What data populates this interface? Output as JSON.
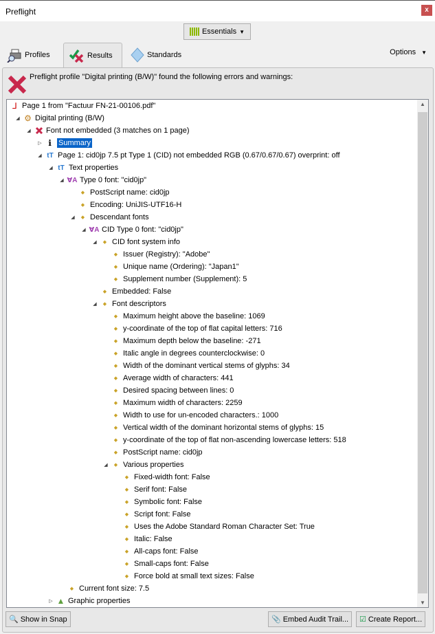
{
  "window": {
    "title": "Preflight",
    "close": "x"
  },
  "workspace": {
    "label": "Essentials"
  },
  "tabs": [
    {
      "label": "Profiles",
      "icon": "printer-magnifier-icon"
    },
    {
      "label": "Results",
      "icon": "check-cross-icon"
    },
    {
      "label": "Standards",
      "icon": "diamond-icon"
    }
  ],
  "options": {
    "label": "Options"
  },
  "message": "Preflight profile \"Digital printing (B/W)\" found the following errors and warnings:",
  "tree": [
    {
      "l": 0,
      "a": "",
      "i": "pdf",
      "t": "Page 1 from \"Factuur FN-21-00106.pdf\""
    },
    {
      "l": 1,
      "a": "open",
      "i": "profile",
      "t": "Digital printing (B/W)"
    },
    {
      "l": 2,
      "a": "open",
      "i": "error",
      "t": "Font not embedded (3 matches on 1 page)"
    },
    {
      "l": 3,
      "a": "closed",
      "i": "info",
      "t": "Summary",
      "sel": true
    },
    {
      "l": 3,
      "a": "open",
      "i": "text",
      "t": "Page 1: cid0jp 7.5 pt Type 1 (CID) not embedded RGB (0.67/0.67/0.67)  overprint: off"
    },
    {
      "l": 4,
      "a": "open",
      "i": "text",
      "t": "Text properties"
    },
    {
      "l": 5,
      "a": "open",
      "i": "font",
      "t": "Type 0 font: \"cid0jp\""
    },
    {
      "l": 6,
      "a": "",
      "i": "dia",
      "t": "PostScript name: cid0jp"
    },
    {
      "l": 6,
      "a": "",
      "i": "dia",
      "t": "Encoding: UniJIS-UTF16-H"
    },
    {
      "l": 6,
      "a": "open",
      "i": "dia",
      "t": "Descendant fonts"
    },
    {
      "l": 7,
      "a": "open",
      "i": "font",
      "t": "CID Type 0 font: \"cid0jp\""
    },
    {
      "l": 8,
      "a": "open",
      "i": "dia",
      "t": "CID font system info"
    },
    {
      "l": 9,
      "a": "",
      "i": "dia",
      "t": "Issuer (Registry): \"Adobe\""
    },
    {
      "l": 9,
      "a": "",
      "i": "dia",
      "t": "Unique name (Ordering): \"Japan1\""
    },
    {
      "l": 9,
      "a": "",
      "i": "dia",
      "t": "Supplement number (Supplement): 5"
    },
    {
      "l": 8,
      "a": "",
      "i": "dia",
      "t": "Embedded: False"
    },
    {
      "l": 8,
      "a": "open",
      "i": "dia",
      "t": "Font descriptors"
    },
    {
      "l": 9,
      "a": "",
      "i": "dia",
      "t": "Maximum height above the baseline: 1069"
    },
    {
      "l": 9,
      "a": "",
      "i": "dia",
      "t": "y-coordinate of the top of flat capital letters: 716"
    },
    {
      "l": 9,
      "a": "",
      "i": "dia",
      "t": "Maximum depth below the baseline: -271"
    },
    {
      "l": 9,
      "a": "",
      "i": "dia",
      "t": "Italic angle in degrees counterclockwise: 0"
    },
    {
      "l": 9,
      "a": "",
      "i": "dia",
      "t": "Width of the dominant vertical stems of glyphs: 34"
    },
    {
      "l": 9,
      "a": "",
      "i": "dia",
      "t": "Average width of characters: 441"
    },
    {
      "l": 9,
      "a": "",
      "i": "dia",
      "t": "Desired spacing between lines: 0"
    },
    {
      "l": 9,
      "a": "",
      "i": "dia",
      "t": "Maximum width of characters: 2259"
    },
    {
      "l": 9,
      "a": "",
      "i": "dia",
      "t": "Width to use for un-encoded characters.: 1000"
    },
    {
      "l": 9,
      "a": "",
      "i": "dia",
      "t": "Vertical width of the dominant horizontal stems of glyphs: 15"
    },
    {
      "l": 9,
      "a": "",
      "i": "dia",
      "t": "y-coordinate of the top of flat non-ascending lowercase letters: 518"
    },
    {
      "l": 9,
      "a": "",
      "i": "dia",
      "t": "PostScript name: cid0jp"
    },
    {
      "l": 9,
      "a": "open",
      "i": "dia",
      "t": "Various properties"
    },
    {
      "l": 10,
      "a": "",
      "i": "dia",
      "t": "Fixed-width font: False"
    },
    {
      "l": 10,
      "a": "",
      "i": "dia",
      "t": "Serif font: False"
    },
    {
      "l": 10,
      "a": "",
      "i": "dia",
      "t": "Symbolic font: False"
    },
    {
      "l": 10,
      "a": "",
      "i": "dia",
      "t": "Script font: False"
    },
    {
      "l": 10,
      "a": "",
      "i": "dia",
      "t": "Uses the Adobe Standard Roman Character Set: True"
    },
    {
      "l": 10,
      "a": "",
      "i": "dia",
      "t": "Italic: False"
    },
    {
      "l": 10,
      "a": "",
      "i": "dia",
      "t": "All-caps font: False"
    },
    {
      "l": 10,
      "a": "",
      "i": "dia",
      "t": "Small-caps font: False"
    },
    {
      "l": 10,
      "a": "",
      "i": "dia",
      "t": "Force bold at small text sizes: False"
    },
    {
      "l": 5,
      "a": "",
      "i": "dia",
      "t": "Current font size: 7.5"
    },
    {
      "l": 4,
      "a": "closed",
      "i": "graphic",
      "t": "Graphic properties"
    }
  ],
  "buttons": {
    "snap": "Show in Snap",
    "audit": "Embed Audit Trail...",
    "report": "Create Report..."
  }
}
